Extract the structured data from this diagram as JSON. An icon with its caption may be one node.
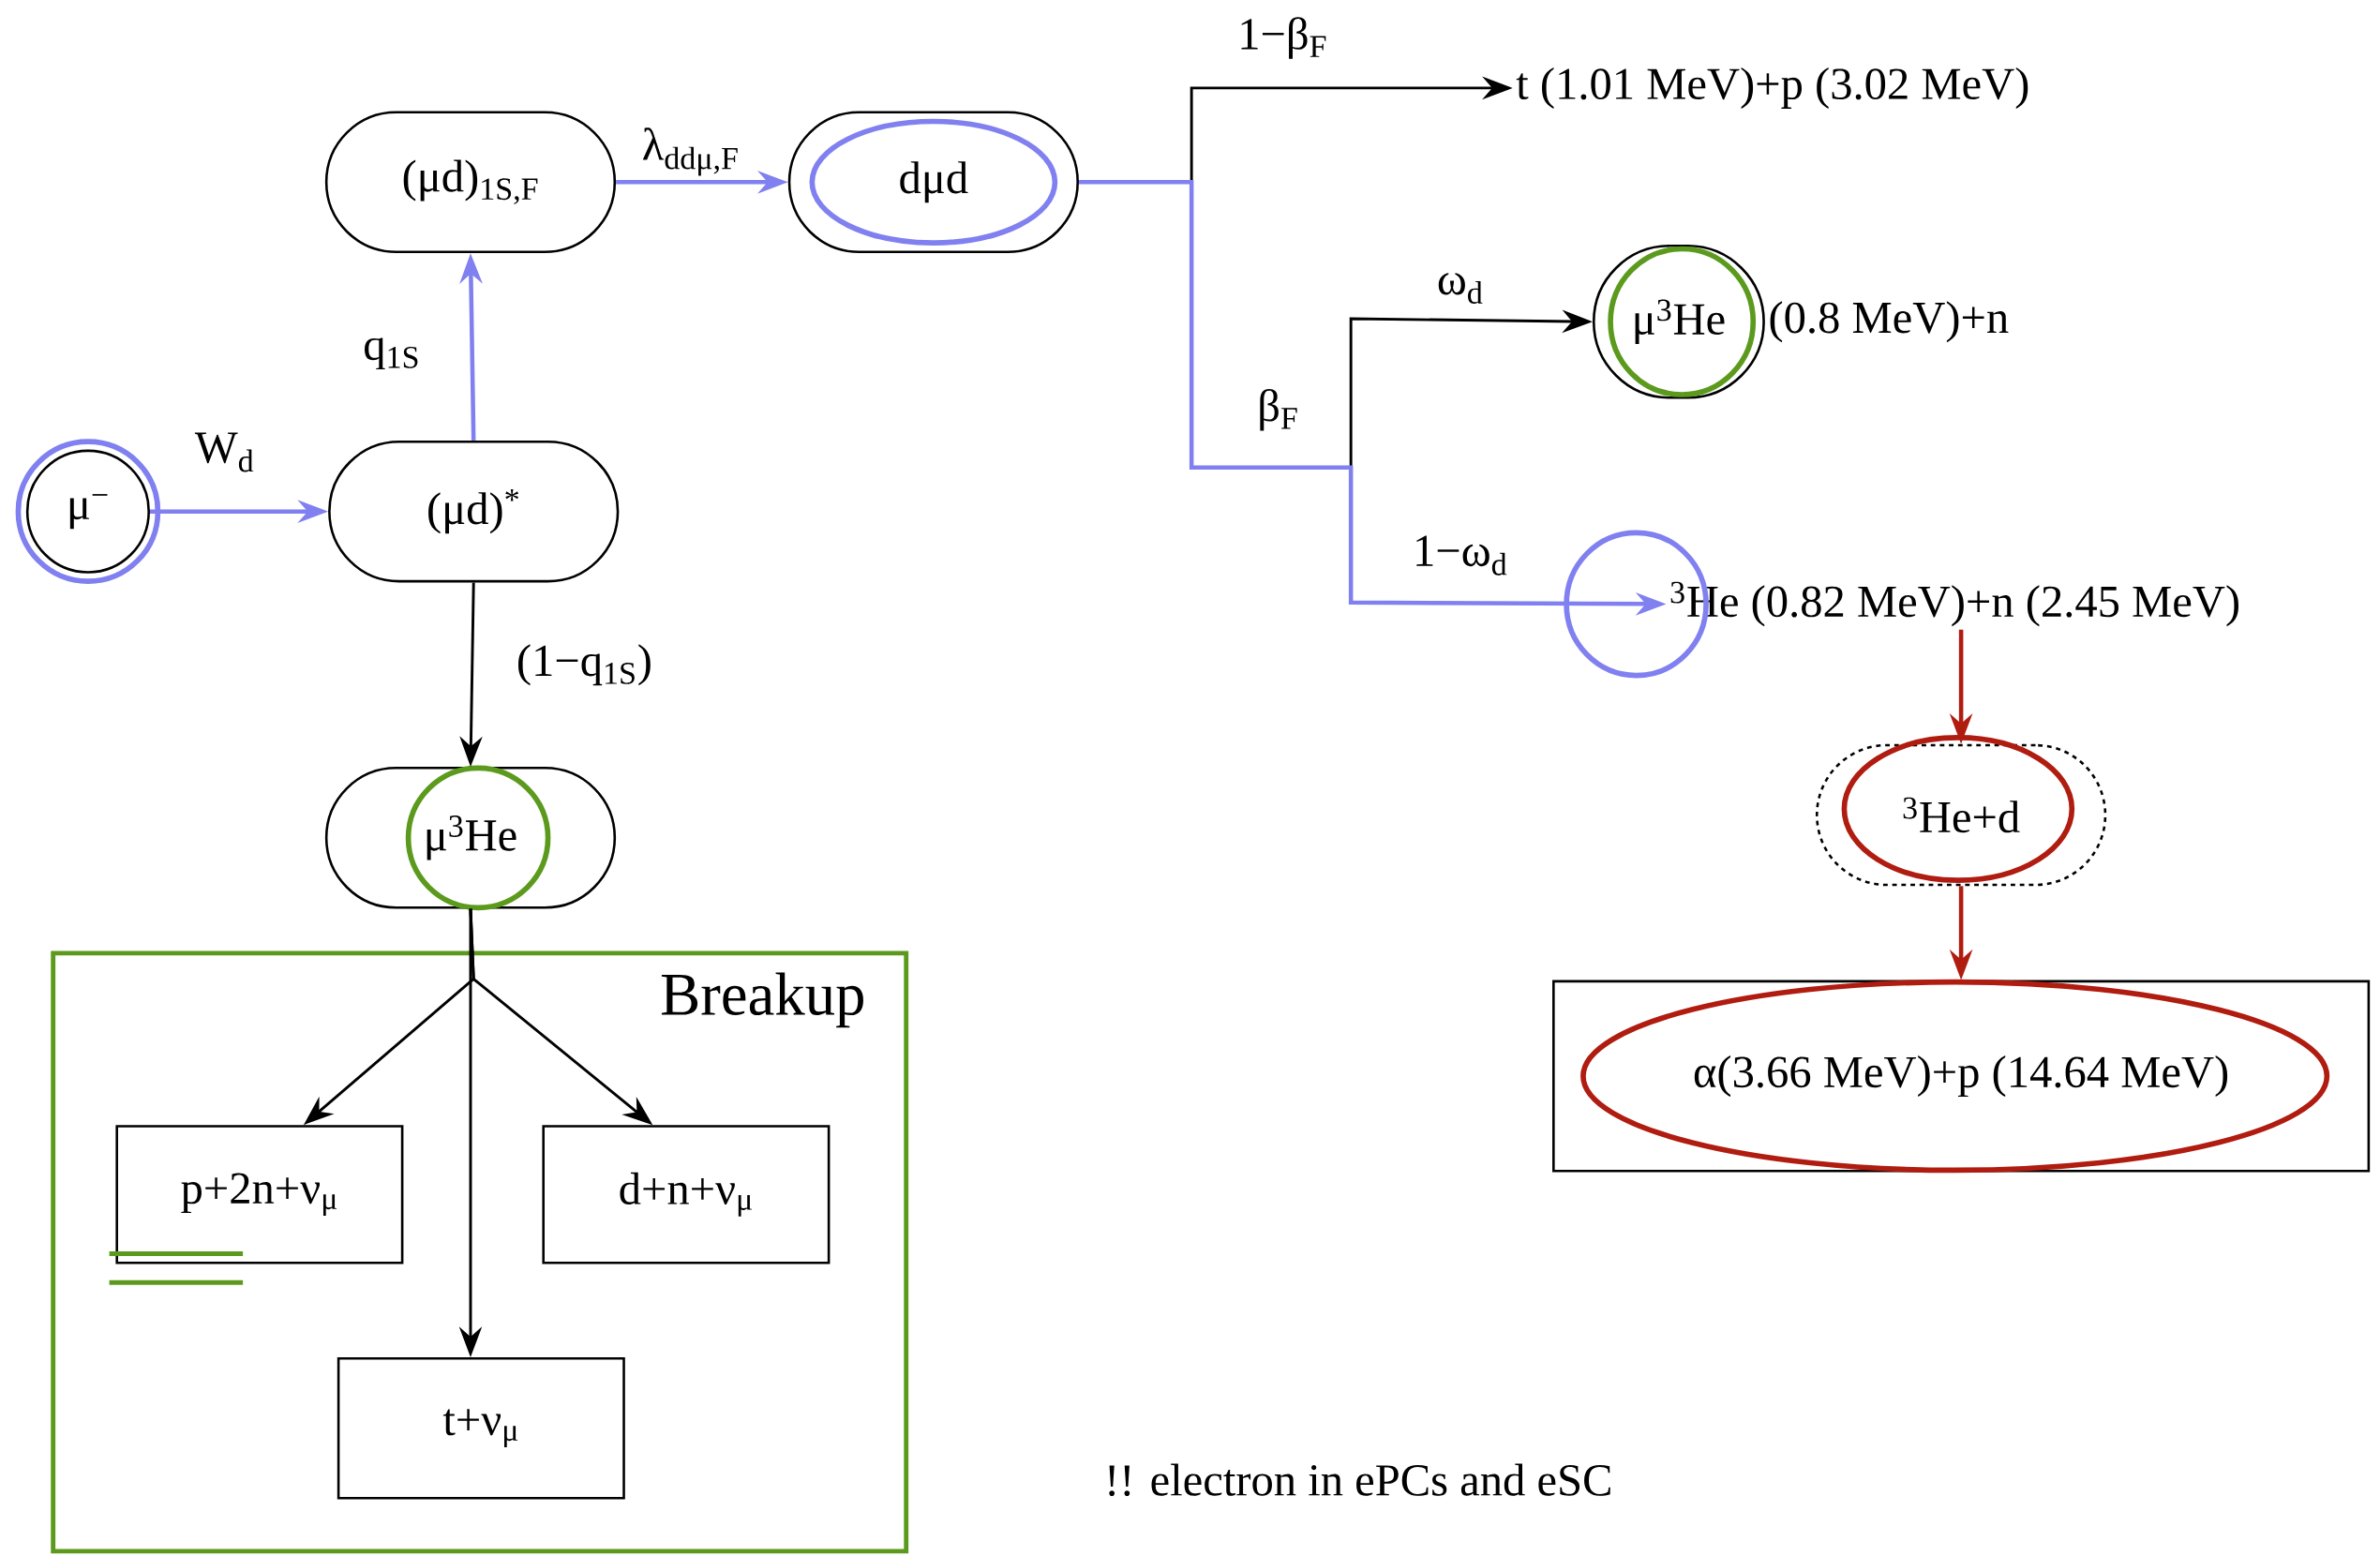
{
  "diagram": {
    "nodes": [
      {
        "text": [
          "μ$^{−}$"
        ]
      },
      {
        "text": [
          "(μd)$^{*}$"
        ]
      },
      {
        "text": [
          "(μd)$_{1S,F}$"
        ]
      },
      {
        "text": [
          "dμd"
        ]
      },
      {
        "text": [
          "t (1.01 MeV)+p (3.02 MeV)"
        ]
      },
      {
        "text": [
          "μ$^{3}$He"
        ],
        "beside": [
          "(0.8 MeV)+n"
        ]
      },
      {
        "text": [
          "$^{3}$He (0.82 MeV)+n (2.45 MeV)"
        ]
      },
      {
        "text": [
          "$^{3}$He+d"
        ]
      },
      {
        "text": [
          "α(3.66 MeV)+p (14.64 MeV)"
        ]
      },
      {
        "text": [
          "μ$^{3}$He"
        ]
      },
      {
        "text": [
          "Breakup"
        ]
      },
      {
        "text": [
          "p+2n+ν$_{μ}$"
        ],
        "in": 10
      },
      {
        "text": [
          "d+n+ν$_{μ}$"
        ],
        "in": 10
      },
      {
        "text": [
          "t+ν$_{μ}$"
        ],
        "in": 10
      }
    ],
    "edges": [
      {
        "from": 0,
        "to": 1,
        "arrow": "to",
        "label": "W$_{d}$",
        "color": "#8080f0"
      },
      {
        "from": 1,
        "to": 2,
        "arrow": "to",
        "label": "q$_{1S}$",
        "color": "#8080f0"
      },
      {
        "from": 2,
        "to": 3,
        "arrow": "to",
        "label": "λ$_{ddμ,F}$",
        "color": "#8080f0"
      },
      {
        "from": 3,
        "to": 4,
        "arrow": "to",
        "label": "1−β$_{F}$"
      },
      {
        "from": 3,
        "to": 5,
        "arrow": "to",
        "label": "ω$_{d}$"
      },
      {
        "from": 3,
        "to": 6,
        "arrow": "to",
        "label": "1−ω$_{d}$",
        "color": "#8080f0"
      },
      {
        "from": 1,
        "to": 9,
        "arrow": "to",
        "label": "(1−q$_{1S}$)"
      },
      {
        "from": 6,
        "to": 7,
        "arrow": "to",
        "color": "#b01c10"
      },
      {
        "from": 7,
        "to": 8,
        "arrow": "to",
        "color": "#b01c10"
      },
      {
        "from": 9,
        "to": 11,
        "arrow": "to"
      },
      {
        "from": 9,
        "to": 12,
        "arrow": "to"
      },
      {
        "from": 9,
        "to": 13,
        "arrow": "to"
      }
    ],
    "labels": [
      "β$_{F}$",
      "!! electron in ePCs and eSC"
    ]
  }
}
